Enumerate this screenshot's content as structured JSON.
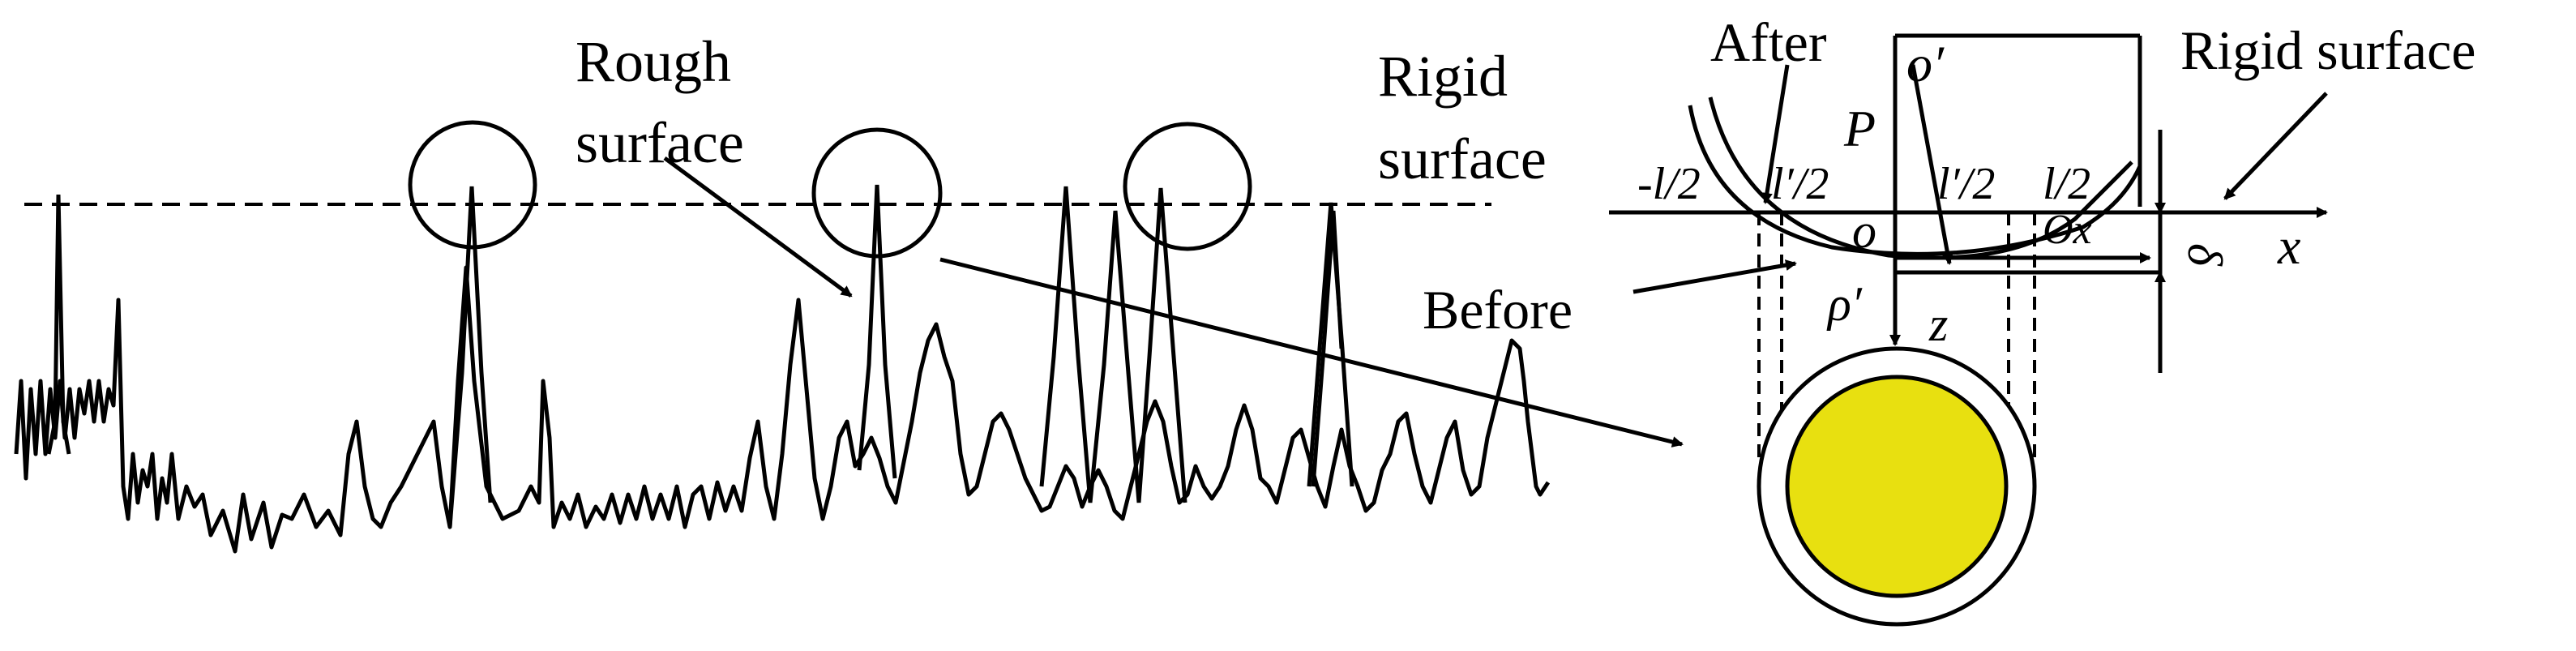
{
  "labels": {
    "rough_surface_line1": "Rough",
    "rough_surface_line2": "surface",
    "rigid_surface_left_line1": "Rigid",
    "rigid_surface_left_line2": "surface",
    "after": "After",
    "rigid_surface_right": "Rigid surface",
    "before": "Before"
  },
  "symbols": {
    "o_prime": "o′",
    "p": "P",
    "neg_l_half": "-l/2",
    "l_prime_half_left": "l′/2",
    "l_prime_half_right": "l′/2",
    "l_half": "l/2",
    "o": "o",
    "o_x": "Ox",
    "x": "x",
    "delta": "δ",
    "rho_prime": "ρ′",
    "z": "z"
  },
  "colors": {
    "stroke": "#000000",
    "ball_fill": "#e8e010",
    "background": "#ffffff"
  }
}
